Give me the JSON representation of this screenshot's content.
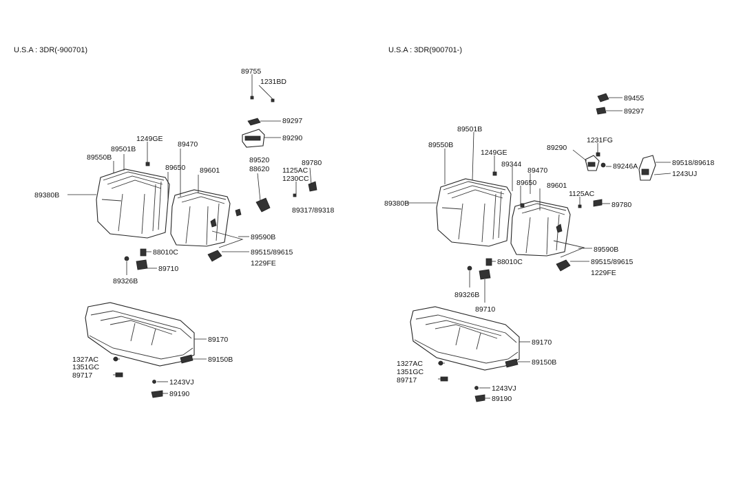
{
  "left": {
    "title": "U.S.A : 3DR(-900701)",
    "labels": {
      "p89755": "89755",
      "p1231BD": "1231BD",
      "p89297": "89297",
      "p89290": "89290",
      "p1249GE": "1249GE",
      "p89470": "89470",
      "p89501B": "89501B",
      "p89550B": "89550B",
      "p89650": "89650",
      "p89601": "89601",
      "p89520": "89520",
      "p88620": "88620",
      "p89780": "89780",
      "p1125AC": "1125AC",
      "p1230CC": "1230CC",
      "p89380B": "89380B",
      "p89317": "89317/89318",
      "p89590B": "89590B",
      "p88010C": "88010C",
      "p89515": "89515/89615",
      "p89710": "89710",
      "p1229FE": "1229FE",
      "p89326B": "89326B",
      "p89170": "89170",
      "p1327AC": "1327AC",
      "p89150B": "89150B",
      "p1351GC": "1351GC",
      "p89717": "89717",
      "p1243VJ": "1243VJ",
      "p89190": "89190"
    }
  },
  "right": {
    "title": "U.S.A : 3DR(900701-)",
    "labels": {
      "p89455": "89455",
      "p89297": "89297",
      "p89501B": "89501B",
      "p89550B": "89550B",
      "p1231FG": "1231FG",
      "p89290": "89290",
      "p1249GE": "1249GE",
      "p89344": "89344",
      "p89246A": "89246A",
      "p89518": "89518/89618",
      "p89470": "89470",
      "p1243UJ": "1243UJ",
      "p89650": "89650",
      "p89601": "89601",
      "p1125AC": "1125AC",
      "p89380B": "89380B",
      "p89780": "89780",
      "p89590B": "89590B",
      "p88010C": "88010C",
      "p89515": "89515/89615",
      "p1229FE": "1229FE",
      "p89326B": "89326B",
      "p89710": "89710",
      "p89170": "89170",
      "p1327AC": "1327AC",
      "p89150B": "89150B",
      "p1351GC": "1351GC",
      "p89717": "89717",
      "p1243VJ": "1243VJ",
      "p89190": "89190"
    }
  }
}
